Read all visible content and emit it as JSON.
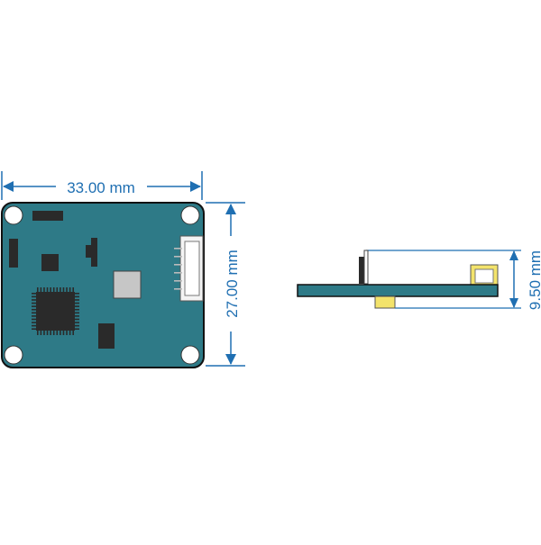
{
  "colors": {
    "board": "#2e7a87",
    "board_edge": "#111111",
    "chip": "#2a2a2a",
    "sensor": "#c6c6c6",
    "connector": "#f4f4f4",
    "dimension_line": "#1f6fb2",
    "header_yellow": "#f3e36b"
  },
  "dimensions": {
    "width_label": "33.00 mm",
    "height_label": "27.00 mm",
    "thickness_label": "9.50 mm"
  }
}
